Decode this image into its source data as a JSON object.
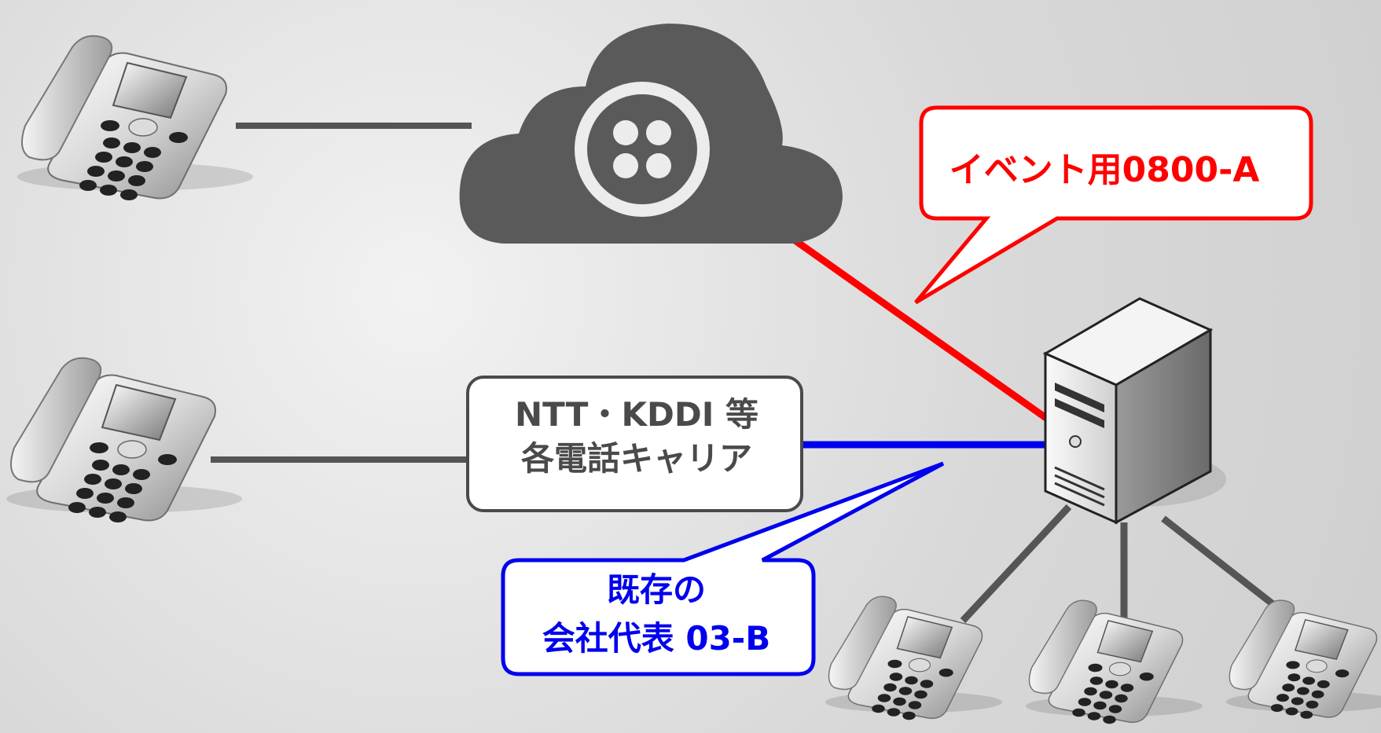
{
  "diagram": {
    "cloud": {
      "icon": "twilio-logo-icon"
    },
    "callouts": {
      "event_number": "イベント用0800-A",
      "carrier_line1": "NTT・KDDI 等",
      "carrier_line2": "各電話キャリア",
      "company_line1": "既存の",
      "company_line2": "会社代表 03-B"
    },
    "colors": {
      "event_line": "#ff0000",
      "company_line": "#0000ee",
      "phone_line": "#555555",
      "cloud": "#5a5a5a"
    },
    "icons": {
      "phone": "desk-phone-icon",
      "server": "server-icon",
      "cloud": "cloud-icon"
    }
  }
}
